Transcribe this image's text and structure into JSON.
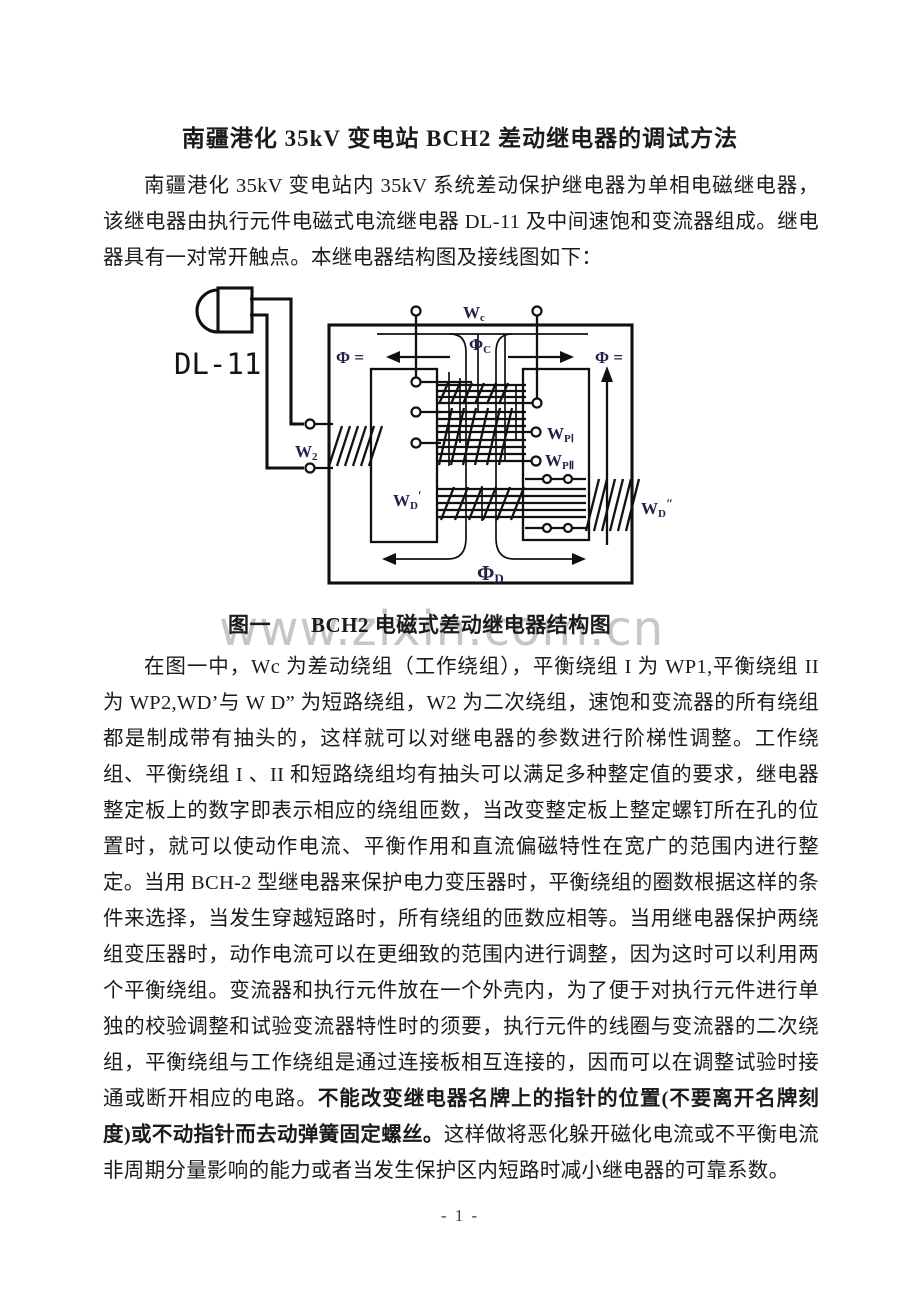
{
  "page": {
    "title": "南疆港化 35kV 变电站 BCH2 差动继电器的调试方法",
    "watermark": "www.zixin.com.cn",
    "page_number": "- 1 -"
  },
  "paragraphs": {
    "p1": "南疆港化 35kV 变电站内 35kV 系统差动保护继电器为单相电磁继电器，该继电器由执行元件电磁式电流继电器 DL-11 及中间速饱和变流器组成。继电器具有一对常开触点。本继电器结构图及接线图如下：",
    "p2": "在图一中，Wc 为差动绕组（工作绕组），平衡绕组 I 为 WP1,平衡绕组 II 为 WP2,WD’与 W D” 为短路绕组，W2 为二次绕组，速饱和变流器的所有绕组都是制成带有抽头的，这样就可以对继电器的参数进行阶梯性调整。工作绕组、平衡绕组 I 、II 和短路绕组均有抽头可以满足多种整定值的要求，继电器整定板上的数字即表示相应的绕组匝数，当改变整定板上整定螺钉所在孔的位置时，就可以使动作电流、平衡作用和直流偏磁特性在宽广的范围内进行整定。",
    "p3_normal1": "当用 BCH-2 型继电器来保护电力变压器时，平衡绕组的圈数根据这样的条件来选择，当发生穿越短路时，所有绕组的匝数应相等。当用继电器保护两绕组变压器时，动作电流可以在更细致的范围内进行调整，因为这时可以利用两个平衡绕组。变流器和执行元件放在一个外壳内，为了便于对执行元件进行单独的校验调整和试验变流器特性时的须要，执行元件的线圈与变流器的二次绕组，平衡绕组与工作绕组是通过连接板相互连接的，因而可以在调整试验时接通或断开相应的电路。",
    "p3_bold": "不能改变继电器名牌上的指针的位置(不要离开名牌刻度)或不动指针而去动弹簧固定螺丝。",
    "p3_normal2": "这样做将恶化躲开磁化电流或不平衡电流非周期分量影响的能力或者当发生保护区内短路时减小继电器的可靠系数。"
  },
  "figure": {
    "caption_index": "图一",
    "caption_title": "BCH2 电磁式差动继电器结构图",
    "device_label": "DL-11",
    "labels": {
      "wc_main": "W",
      "wc_sub": "c",
      "phi_c_main": "Φ",
      "phi_c_sub": "C",
      "phi_left": "Φ =",
      "phi_right": "Φ =",
      "w2_main": "W",
      "w2_sub": "2",
      "wp1_main": "W",
      "wp1_sub": "PⅠ",
      "wp2_main": "W",
      "wp2_sub": "PⅡ",
      "wd1_main": "W",
      "wd1_sub": "D",
      "wd1_mark": "′",
      "wd2_main": "W",
      "wd2_sub": "D",
      "wd2_mark": "″",
      "phi_d_main": "Φ",
      "phi_d_sub": "D"
    }
  }
}
